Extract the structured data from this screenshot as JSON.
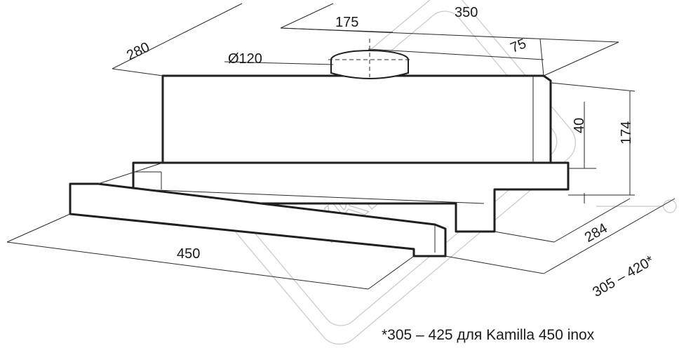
{
  "drawing": {
    "watermark": "ККЦ",
    "dimensions": {
      "width_top": "350",
      "offset_top": "175",
      "depth_top": "280",
      "duct_diameter": "Ø120",
      "duct_offset": "75",
      "height_total": "174",
      "height_panel": "40",
      "depth_bottom": "284",
      "depth_extended": "305 – 420*",
      "width_front": "450"
    },
    "footnote": "*305 – 425 для Kamilla 450 inox"
  }
}
